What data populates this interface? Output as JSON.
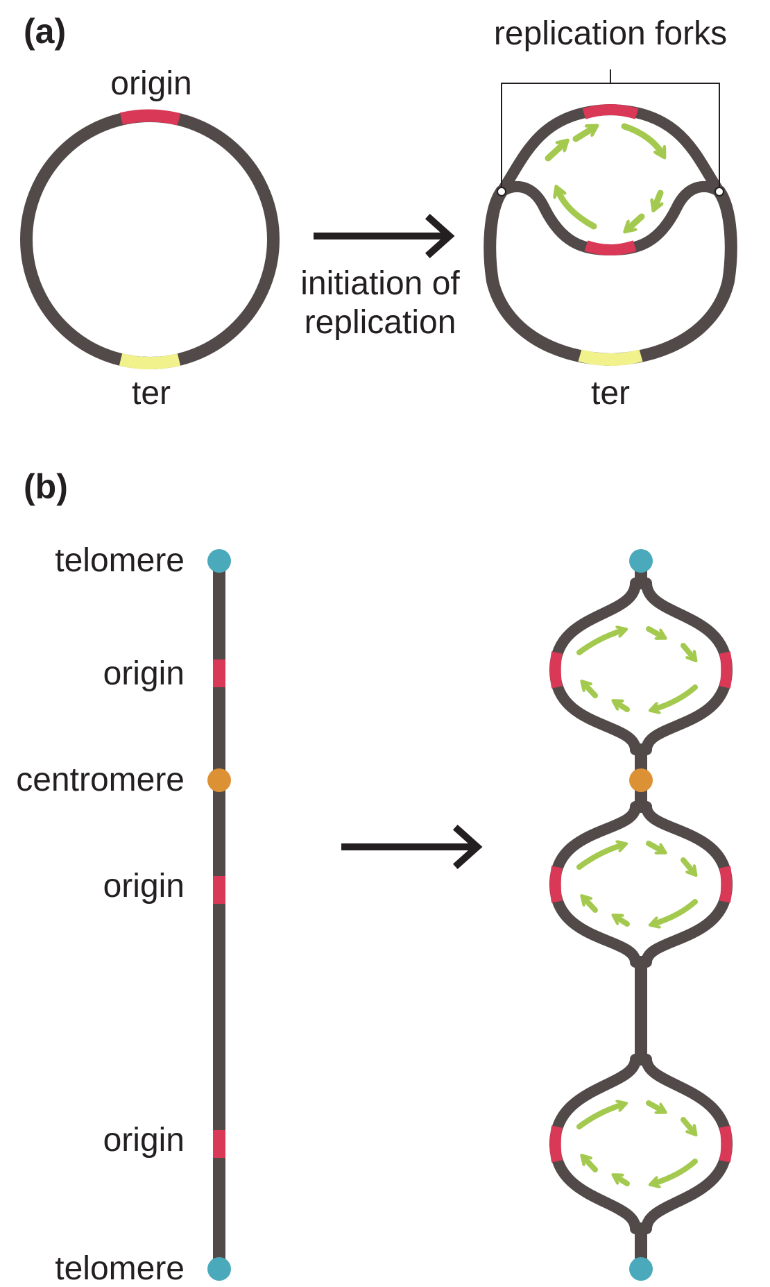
{
  "panels": {
    "a": "(a)",
    "b": "(b)"
  },
  "panel_a": {
    "origin_label": "origin",
    "ter_label_left": "ter",
    "ter_label_right": "ter",
    "forks_label": "replication forks",
    "arrow_label_line1": "initiation of",
    "arrow_label_line2": "replication"
  },
  "panel_b": {
    "telomere_top": "telomere",
    "origin_1": "origin",
    "centromere": "centromere",
    "origin_2": "origin",
    "origin_3": "origin",
    "telomere_bottom": "telomere"
  },
  "colors": {
    "dna": "#524a48",
    "origin": "#d93857",
    "ter": "#f2f28c",
    "fork_arrow": "#a3c94f",
    "telomere": "#4aaabb",
    "centromere": "#dc9134",
    "text": "#231f20"
  }
}
